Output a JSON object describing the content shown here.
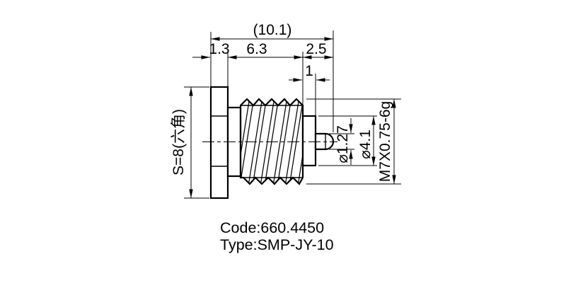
{
  "drawing": {
    "title_hint": "SMP connector outline drawing",
    "colors": {
      "line": "#000000",
      "background": "#ffffff"
    },
    "dimensions": {
      "overall_length": "(10.1)",
      "flange_thickness": "1.3",
      "body_length": "6.3",
      "front_length": "2.5",
      "shoulder_length": "1",
      "hex_size": "S=8(六角)",
      "pin_diameter": "⌀1.27",
      "shoulder_diameter": "⌀4.1",
      "thread_spec": "M7X0.75-6g"
    },
    "notes": {
      "code": "Code:660.4450",
      "type": "Type:SMP-JY-10"
    }
  }
}
